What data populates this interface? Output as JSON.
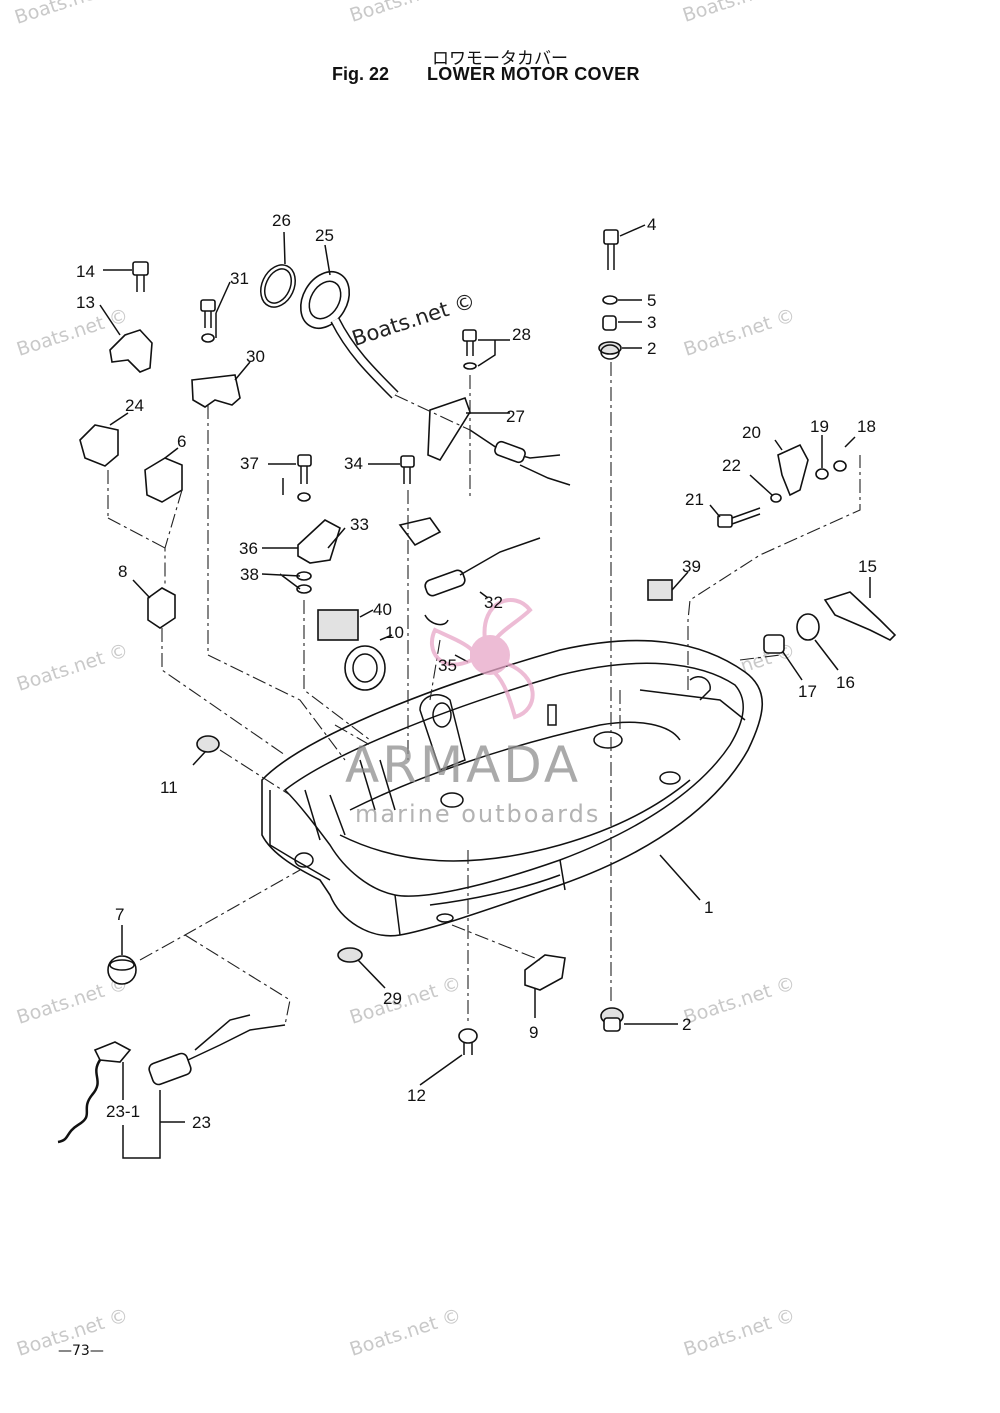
{
  "header": {
    "title_jp": "ロワモータカバー",
    "fig_label": "Fig. 22",
    "title_en": "LOWER MOTOR COVER"
  },
  "watermark": {
    "text": "Boats.net ©",
    "center_text": "Boats.net ©"
  },
  "brand": {
    "name": "ARMADA",
    "subtitle": "marine outboards",
    "color_accent": "#e8a6c8",
    "color_text": "#8e8e8e"
  },
  "callouts": [
    "1",
    "2",
    "2",
    "3",
    "4",
    "5",
    "6",
    "7",
    "8",
    "9",
    "10",
    "11",
    "12",
    "13",
    "14",
    "15",
    "16",
    "17",
    "18",
    "19",
    "20",
    "21",
    "22",
    "23",
    "23-1",
    "24",
    "25",
    "26",
    "27",
    "28",
    "29",
    "30",
    "31",
    "32",
    "33",
    "34",
    "35",
    "36",
    "37",
    "38",
    "39",
    "40"
  ],
  "footer": {
    "page_number": "—73—"
  }
}
